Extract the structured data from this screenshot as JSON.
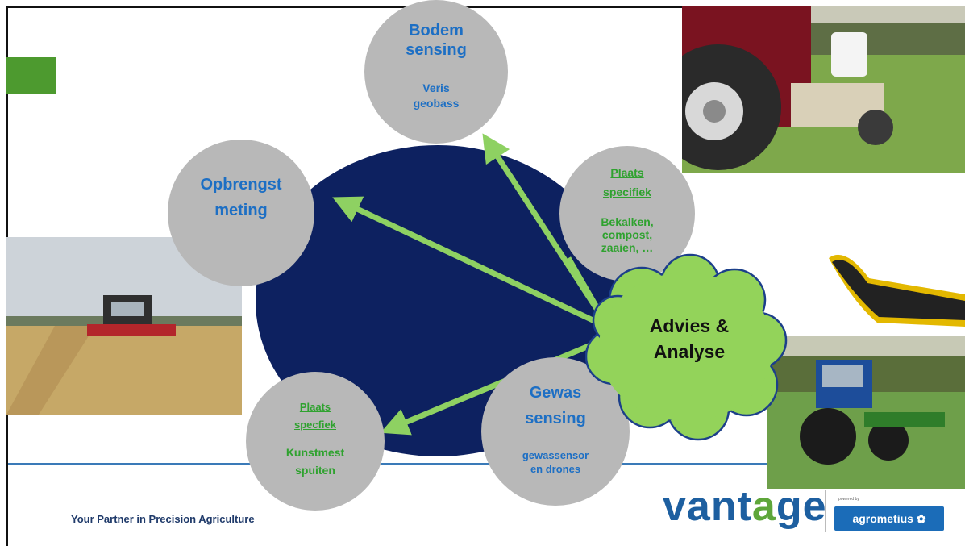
{
  "nodes": {
    "bodem": {
      "title_1": "Bodem",
      "title_2": "sensing",
      "sub_1": "Veris",
      "sub_2": "geobass"
    },
    "opbrengst": {
      "title_1": "Opbrengst",
      "title_2": "meting"
    },
    "plaats_top": {
      "title_1": "Plaats",
      "title_2": "specifiek",
      "sub_1": "Bekalken,",
      "sub_2": "compost,",
      "sub_3": "zaaien, …"
    },
    "plaats_bottom": {
      "title_1": "Plaats",
      "title_2": "specfiek",
      "sub_1": "Kunstmest",
      "sub_2": "spuiten"
    },
    "gewas": {
      "title_1": "Gewas",
      "title_2": "sensing",
      "sub_1": "gewassensor",
      "sub_2": "en drones"
    }
  },
  "hub": {
    "line_1": "Advies &",
    "line_2": "Analyse"
  },
  "footer": {
    "tagline": "Your Partner in Precision Agriculture",
    "brand_pre": "vant",
    "brand_g": "a",
    "brand_post": "ge",
    "powered_by": "powered by",
    "agro": "agrometius"
  },
  "colors": {
    "navy": "#0d2160",
    "node_gray": "#b8b8b8",
    "arrow": "#8ed162",
    "cloud": "#93d35a",
    "blue_text": "#1d6fc4",
    "green_text": "#2fa22f"
  }
}
